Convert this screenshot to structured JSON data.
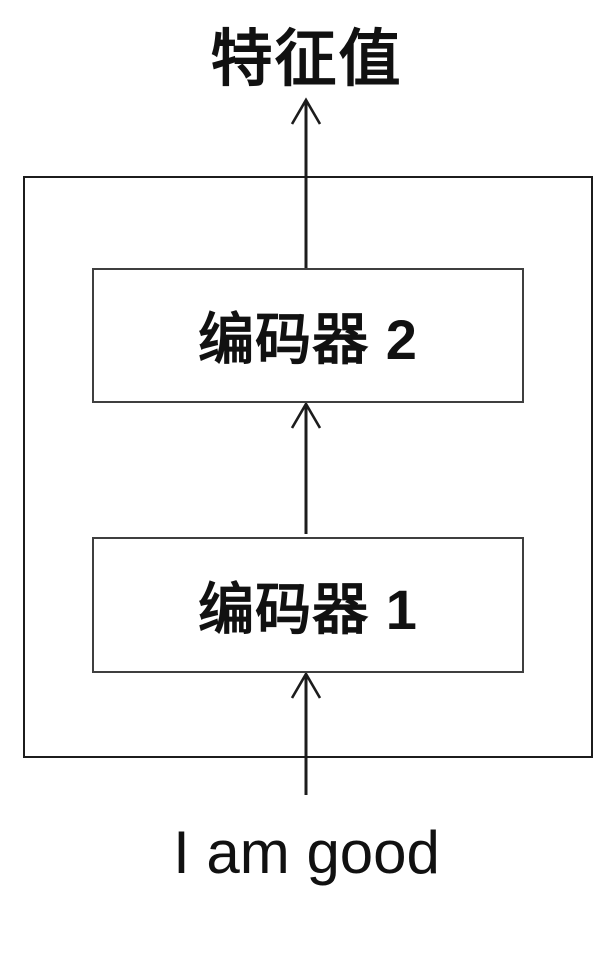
{
  "diagram": {
    "title": "特征值",
    "input_text": "I am good",
    "boxes": [
      {
        "label": "编码器 2"
      },
      {
        "label": "编码器 1"
      }
    ],
    "colors": {
      "line": "#1c1c1c",
      "border": "#3f3f3f",
      "text": "#111111",
      "background": "#ffffff"
    }
  }
}
